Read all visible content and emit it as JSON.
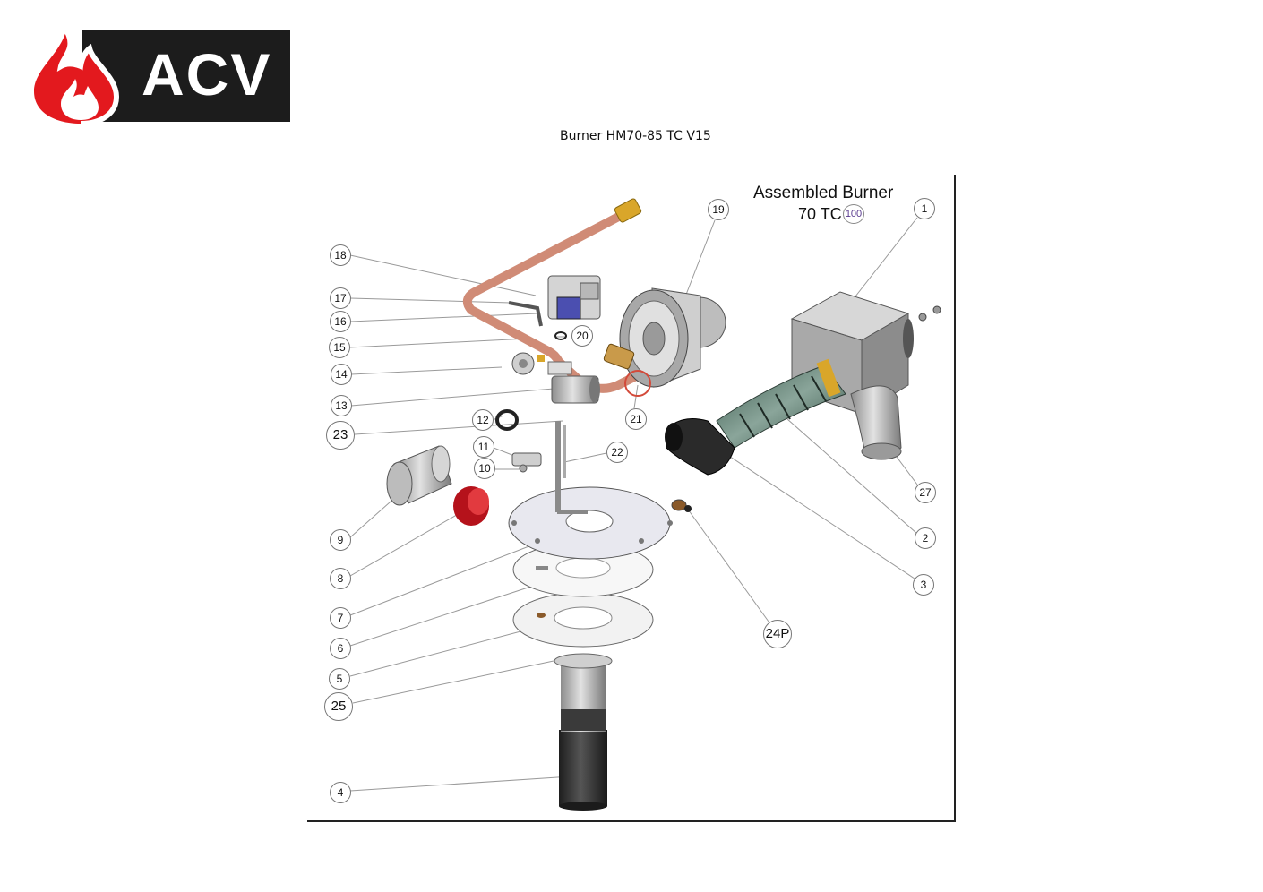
{
  "logo": {
    "brand_text": "ACV",
    "colors": {
      "flame": "#e3191e",
      "box": "#1c1c1c",
      "text": "#ffffff"
    }
  },
  "document": {
    "title": "Burner HM70-85 TC V15"
  },
  "assembly": {
    "title": "Assembled Burner",
    "model": "70 TC",
    "badge": "100"
  },
  "callouts": [
    {
      "id": "c18",
      "label": "18",
      "size": "small"
    },
    {
      "id": "c17",
      "label": "17",
      "size": "small"
    },
    {
      "id": "c16",
      "label": "16",
      "size": "small"
    },
    {
      "id": "c15",
      "label": "15",
      "size": "small"
    },
    {
      "id": "c14",
      "label": "14",
      "size": "small"
    },
    {
      "id": "c13",
      "label": "13",
      "size": "small"
    },
    {
      "id": "c23",
      "label": "23",
      "size": "big"
    },
    {
      "id": "c12",
      "label": "12",
      "size": "small"
    },
    {
      "id": "c11",
      "label": "11",
      "size": "small"
    },
    {
      "id": "c10",
      "label": "10",
      "size": "small"
    },
    {
      "id": "c9",
      "label": "9",
      "size": "small"
    },
    {
      "id": "c8",
      "label": "8",
      "size": "small"
    },
    {
      "id": "c7",
      "label": "7",
      "size": "small"
    },
    {
      "id": "c6",
      "label": "6",
      "size": "small"
    },
    {
      "id": "c5",
      "label": "5",
      "size": "small"
    },
    {
      "id": "c25",
      "label": "25",
      "size": "big"
    },
    {
      "id": "c4",
      "label": "4",
      "size": "small"
    },
    {
      "id": "c19",
      "label": "19",
      "size": "small"
    },
    {
      "id": "c20",
      "label": "20",
      "size": "small"
    },
    {
      "id": "c21",
      "label": "21",
      "size": "small"
    },
    {
      "id": "c22",
      "label": "22",
      "size": "small"
    },
    {
      "id": "c1",
      "label": "1",
      "size": "small"
    },
    {
      "id": "c27",
      "label": "27",
      "size": "small"
    },
    {
      "id": "c2",
      "label": "2",
      "size": "small"
    },
    {
      "id": "c3",
      "label": "3",
      "size": "small"
    },
    {
      "id": "c24p",
      "label": "24P",
      "size": "big"
    }
  ]
}
